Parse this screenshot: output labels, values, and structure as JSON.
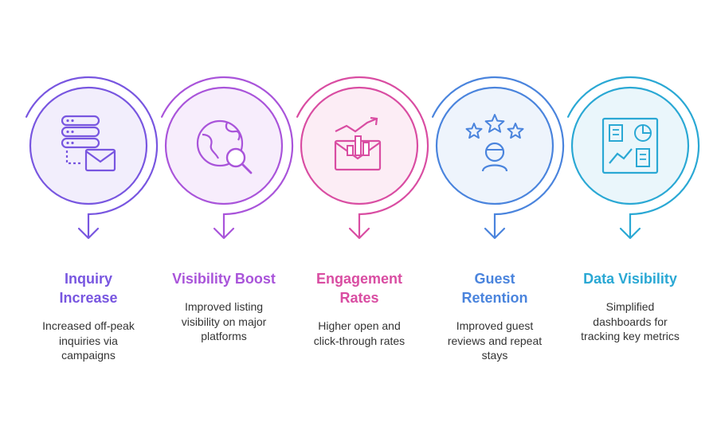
{
  "steps": [
    {
      "title_lines": [
        "Inquiry",
        "Increase"
      ],
      "desc_lines": [
        "Increased off-peak",
        "inquiries via",
        "campaigns"
      ],
      "color": "#7856E0",
      "fill": "#F2EEFC",
      "icon": "server-mail-icon"
    },
    {
      "title_lines": [
        "Visibility Boost"
      ],
      "desc_lines": [
        "Improved listing",
        "visibility on major",
        "platforms"
      ],
      "color": "#A954DA",
      "fill": "#F7EDFC",
      "icon": "globe-search-icon"
    },
    {
      "title_lines": [
        "Engagement",
        "Rates"
      ],
      "desc_lines": [
        "Higher open and",
        "click-through rates"
      ],
      "color": "#D94DA2",
      "fill": "#FCEDF5",
      "icon": "envelope-growth-chart-icon"
    },
    {
      "title_lines": [
        "Guest",
        "Retention"
      ],
      "desc_lines": [
        "Improved guest",
        "reviews and repeat",
        "stays"
      ],
      "color": "#4A84DD",
      "fill": "#EEF4FC",
      "icon": "stars-user-icon"
    },
    {
      "title_lines": [
        "Data Visibility"
      ],
      "desc_lines": [
        "Simplified",
        "dashboards for",
        "tracking key metrics"
      ],
      "color": "#2AA8D4",
      "fill": "#EAF6FB",
      "icon": "dashboard-icon"
    }
  ]
}
